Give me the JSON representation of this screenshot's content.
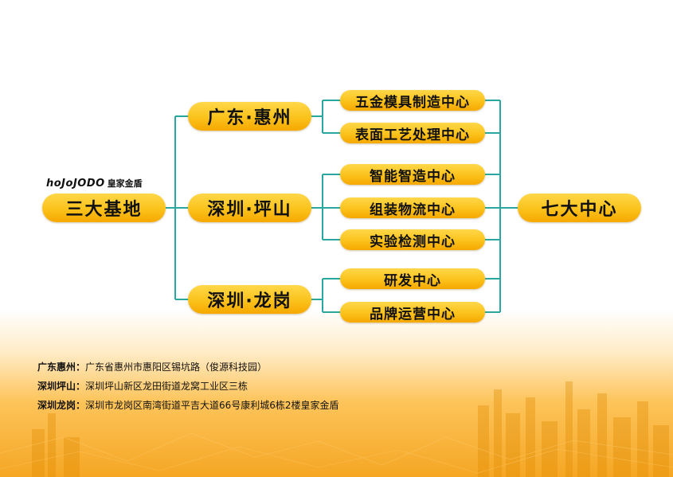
{
  "logo": {
    "latin": "hoJoJODO",
    "cn": "皇家金盾"
  },
  "root": {
    "label": "三大基地"
  },
  "bases": [
    {
      "label": "广东·惠州"
    },
    {
      "label": "深圳·坪山"
    },
    {
      "label": "深圳·龙岗"
    }
  ],
  "centers": [
    {
      "label": "五金模具制造中心"
    },
    {
      "label": "表面工艺处理中心"
    },
    {
      "label": "智能智造中心"
    },
    {
      "label": "组装物流中心"
    },
    {
      "label": "实验检测中心"
    },
    {
      "label": "研发中心"
    },
    {
      "label": "品牌运营中心"
    }
  ],
  "summary": {
    "label": "七大中心"
  },
  "addresses": [
    {
      "name": "广东惠州：",
      "text": "广东省惠州市惠阳区锡坑路（俊源科技园）"
    },
    {
      "name": "深圳坪山：",
      "text": "深圳坪山新区龙田街道龙窝工业区三栋"
    },
    {
      "name": "深圳龙岗：",
      "text": "深圳市龙岗区南湾街道平吉大道66号康利城6栋2楼皇家金盾"
    }
  ],
  "colors": {
    "connector": "#2aa7a0",
    "pill": "#fbc21b",
    "background_bottom": "#f5a623"
  }
}
